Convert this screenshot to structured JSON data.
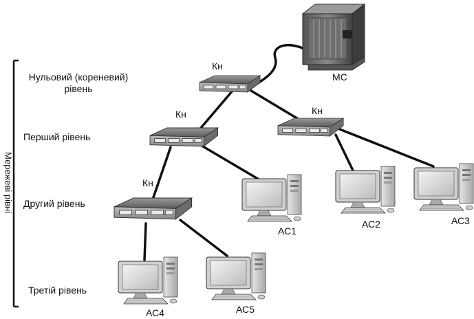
{
  "levels": {
    "axis_title": "Мережеві рівні",
    "zero": "Нульовий (кореневий)",
    "zero_line2": "рівень",
    "first": "Перший рівень",
    "second": "Другий рівень",
    "third": "Третій рівень"
  },
  "switch_label": "Кн",
  "server_label": "МС",
  "stations": [
    "АС1",
    "АС2",
    "АС3",
    "АС4",
    "АС5"
  ]
}
